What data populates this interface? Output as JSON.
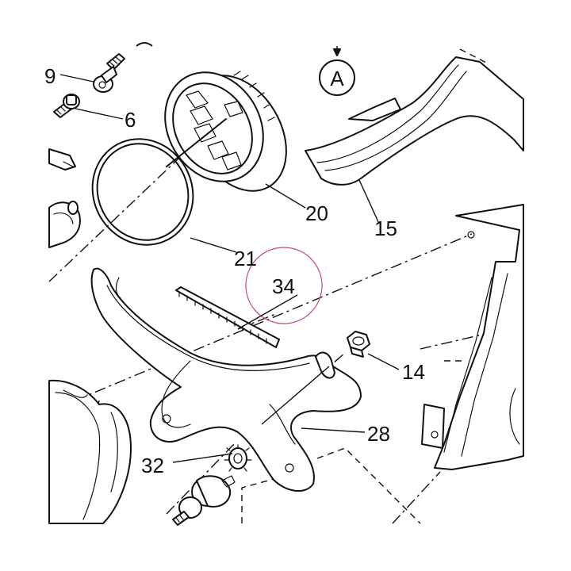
{
  "diagram": {
    "callouts": [
      {
        "id": "9",
        "label": "9"
      },
      {
        "id": "6",
        "label": "6"
      },
      {
        "id": "20",
        "label": "20"
      },
      {
        "id": "21",
        "label": "21"
      },
      {
        "id": "15",
        "label": "15"
      },
      {
        "id": "34",
        "label": "34"
      },
      {
        "id": "14",
        "label": "14"
      },
      {
        "id": "28",
        "label": "28"
      },
      {
        "id": "32",
        "label": "32"
      }
    ],
    "view_marker": "A",
    "highlight_color": "#c0506a",
    "line_color": "#111111"
  }
}
